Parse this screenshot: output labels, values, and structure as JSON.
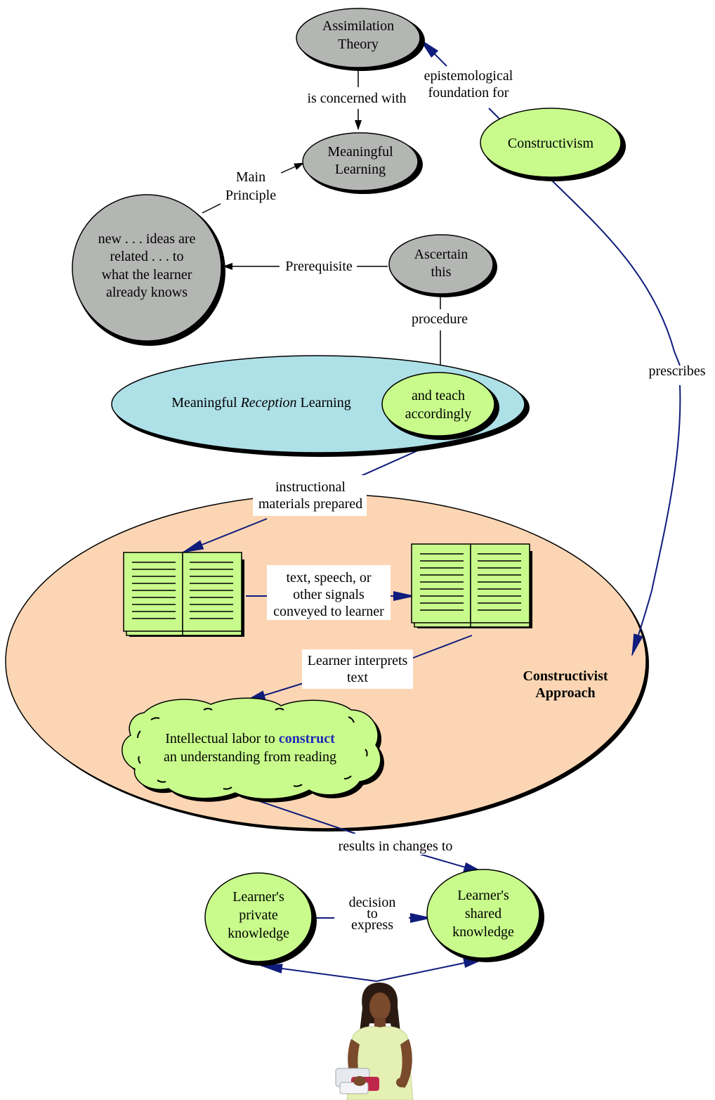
{
  "colors": {
    "gray_node": "#b4b6b4",
    "green_node": "#c8fb8c",
    "blue_node": "#aee0e8",
    "peach_node": "#fcd6b4",
    "arrow_dark": "#000000",
    "arrow_navy": "#101c7c",
    "construct_blue": "#1f2ab5"
  },
  "nodes": {
    "assimilation_theory": {
      "line1": "Assimilation",
      "line2": "Theory"
    },
    "meaningful_learning": {
      "line1": "Meaningful",
      "line2": "Learning"
    },
    "constructivism": {
      "label": "Constructivism"
    },
    "new_ideas": {
      "line1": "new . . . ideas are",
      "line2": "related . . . to",
      "line3": "what the learner",
      "line4": "already knows"
    },
    "ascertain_this": {
      "line1": "Ascertain",
      "line2": "this"
    },
    "meaningful_reception": {
      "prefix": "Meaningful ",
      "italic": "Reception",
      "suffix": " Learning"
    },
    "teach_accordingly": {
      "line1": "and teach",
      "line2": "accordingly"
    },
    "constructivist_approach": {
      "line1": "Constructivist",
      "line2": "Approach"
    },
    "intellectual_labor": {
      "line1_prefix": "Intellectual labor to ",
      "line1_emph": "construct",
      "line2": "an understanding from reading"
    },
    "private_knowledge": {
      "line1": "Learner's",
      "line2": "private",
      "line3": "knowledge"
    },
    "shared_knowledge": {
      "line1": "Learner's",
      "line2": "shared",
      "line3": "knowledge"
    }
  },
  "links": {
    "is_concerned_with": "is concerned with",
    "epistemological_1": "epistemological",
    "epistemological_2": "foundation for",
    "main_principle_1": "Main",
    "main_principle_2": "Principle",
    "prerequisite": "Prerequisite",
    "procedure": "procedure",
    "prescribes": "prescribes",
    "instructional_1": "instructional",
    "instructional_2": "materials prepared",
    "text_speech_1": "text, speech, or",
    "text_speech_2": "other signals",
    "text_speech_3": "conveyed to learner",
    "interprets_1": "Learner interprets",
    "interprets_2": "text",
    "results_in": "results in changes to",
    "decision_1": "decision",
    "decision_2": "to",
    "decision_3": "express"
  },
  "icons": {
    "book_left": "open-book-icon",
    "book_right": "open-book-icon",
    "learner_photo": "learner-person-icon"
  }
}
